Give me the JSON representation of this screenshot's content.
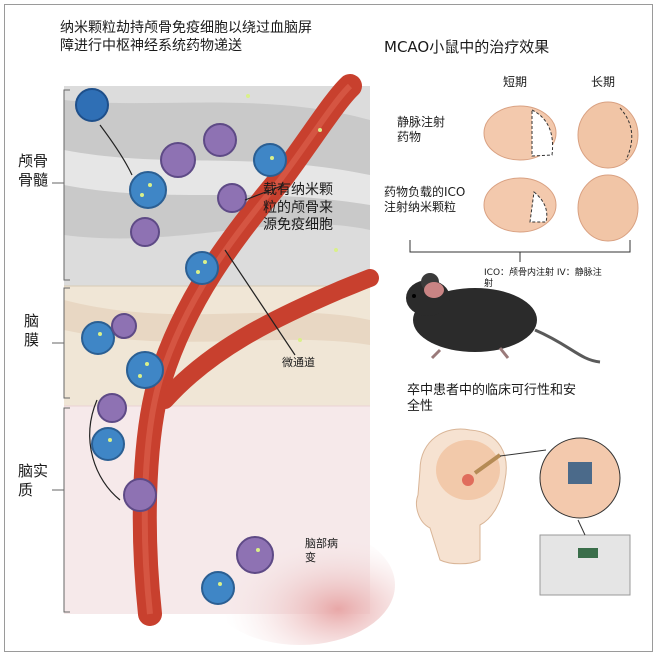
{
  "left_panel": {
    "title": "纳米颗粒劫持颅骨免疫细胞以绕过血脑屏\n障进行中枢神经系统药物递送",
    "regions": {
      "skull_marrow": "颅骨\n骨髓",
      "meninges": "脑\n膜",
      "parenchyma": "脑实\n质"
    },
    "callout_cells": "载有纳米颗\n粒的颅骨来\n源免疫细胞",
    "callout_channel": "微通道",
    "callout_lesion": "脑部病\n变"
  },
  "right_panel": {
    "title": "MCAO小鼠中的治疗效果",
    "col_short": "短期",
    "col_long": "长期",
    "row1_label": "静脉注射\n药物",
    "row2_label": "药物负载的ICO\n注射纳米颗粒",
    "abbrev_note": "ICO：颅骨内注射 IV：静脉注\n射",
    "clinical_title": "卒中患者中的临床可行性和安\n全性"
  },
  "colors": {
    "vessel": "#c8402e",
    "cell_blue": "#3f86c6",
    "cell_purple": "#8e72b3",
    "bone": "#c9c9c9",
    "meninges": "#f0e6d6",
    "brain": "#f6e9ea"
  }
}
